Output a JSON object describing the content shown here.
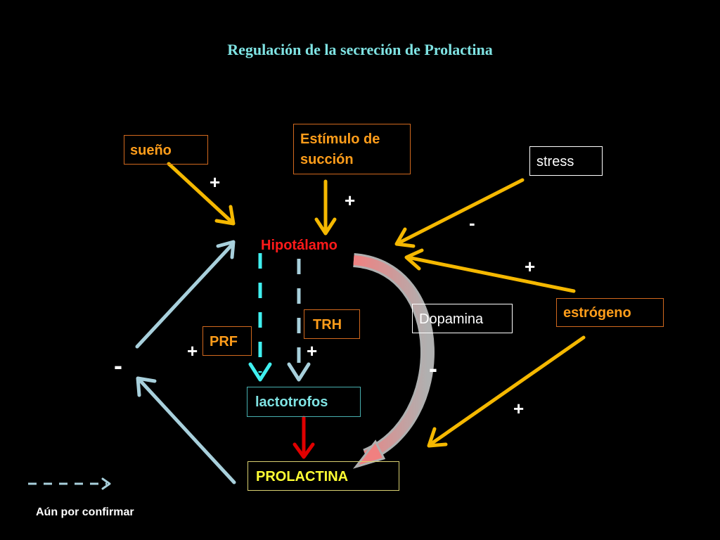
{
  "title": "Regulación de la secreción de Prolactina",
  "nodes": {
    "sueno": "sueño",
    "estimulo_line1": "Estímulo de",
    "estimulo_line2": "succión",
    "stress": "stress",
    "hipotalamo": "Hipotálamo",
    "dopamina": "Dopamina",
    "estrogeno": "estrógeno",
    "trh": "TRH",
    "prf": "PRF",
    "lactotrofos": "lactotrofos",
    "prolactina": "PROLACTINA"
  },
  "signs": {
    "sueno": "+",
    "estimulo": "+",
    "stress": "-",
    "estrogeno_hipotalamo": "+",
    "prf": "+",
    "trh": "+",
    "feedback": "-",
    "dopamina": "-",
    "estrogeno_prolactina": "+"
  },
  "legend": {
    "label": "Aún por confirmar"
  },
  "colors": {
    "background": "#000000",
    "title": "#7fe3e3",
    "orange_arrow": "#f5b800",
    "light_blue_arrow": "#a8d0dc",
    "cyan_dash": "#40f0f0",
    "red_arrow": "#e00000",
    "hipotalamo_text": "#ff1a1a",
    "box_orange_text": "#ff9d1a"
  }
}
